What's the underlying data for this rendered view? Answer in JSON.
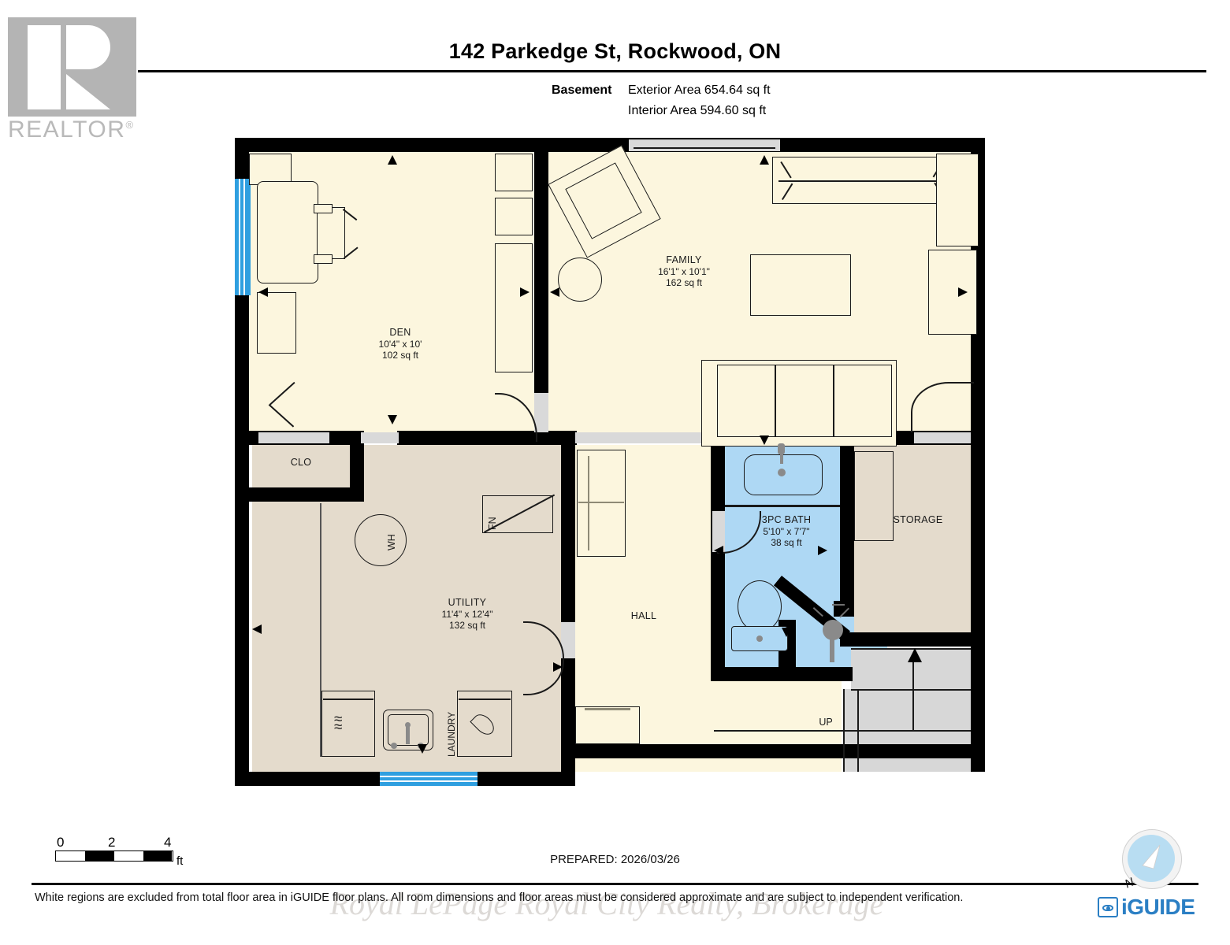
{
  "branding": {
    "realtor_label": "REALTOR",
    "realtor_trademark": "®",
    "iguide_label": "iGUIDE",
    "watermark": "Royal LePage Royal City Realty, Brokerage"
  },
  "header": {
    "title": "142 Parkedge St, Rockwood, ON",
    "floor_label": "Basement",
    "exterior_area": "Exterior Area 654.64 sq ft",
    "interior_area": "Interior Area 594.60 sq ft"
  },
  "rooms": [
    {
      "name": "DEN",
      "dimensions": "10'4\" x 10'",
      "area": "102 sq ft"
    },
    {
      "name": "FAMILY",
      "dimensions": "16'1\" x 10'1\"",
      "area": "162 sq ft"
    },
    {
      "name": "UTILITY",
      "dimensions": "11'4\" x 12'4\"",
      "area": "132 sq ft"
    },
    {
      "name": "3PC BATH",
      "dimensions": "5'10\" x 7'7\"",
      "area": "38 sq ft"
    },
    {
      "name": "CLO",
      "dimensions": "",
      "area": ""
    },
    {
      "name": "HALL",
      "dimensions": "",
      "area": ""
    },
    {
      "name": "STORAGE",
      "dimensions": "",
      "area": ""
    }
  ],
  "annotations": {
    "water_heater": "WH",
    "furnace": "FN",
    "laundry": "LAUNDRY",
    "stairs_up": "UP",
    "compass_north": "N"
  },
  "scale": {
    "ticks": [
      "0",
      "2",
      "4"
    ],
    "unit": "ft"
  },
  "footer": {
    "prepared": "PREPARED: 2026/03/26",
    "disclaimer": "White regions are excluded from total floor area in iGUIDE floor plans. All room dimensions and floor areas must be considered approximate and are subject to independent verification."
  },
  "colors": {
    "wall": "#000000",
    "finished_floor": "#fcf6de",
    "unfinished_floor": "#e4dbcc",
    "wet_area": "#aed8f4",
    "stairs": "#d7d7d7",
    "window": "#2f9fe0",
    "brand_blue": "#2b7fc4"
  }
}
